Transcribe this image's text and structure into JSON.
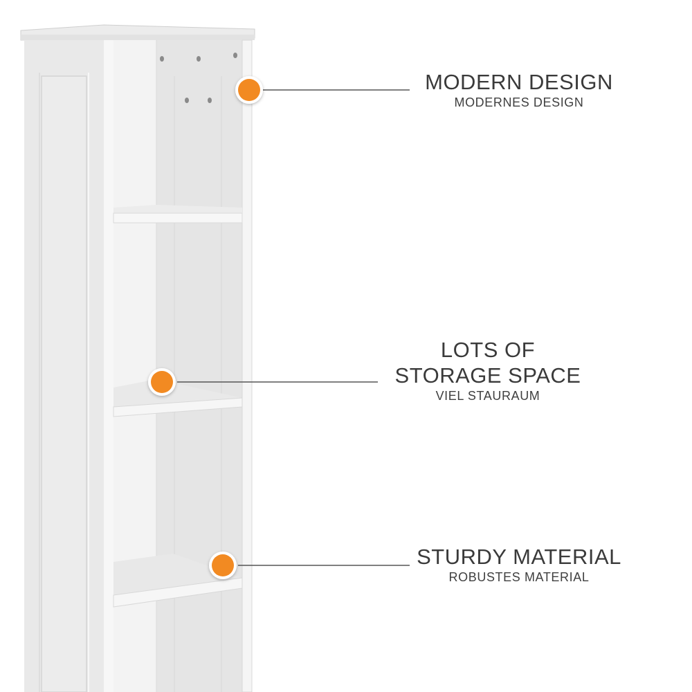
{
  "features": [
    {
      "title": "MODERN DESIGN",
      "subtitle": "MODERNES DESIGN"
    },
    {
      "title_line1": "LOTS OF",
      "title_line2": "STORAGE SPACE",
      "subtitle": "VIEL STAURAUM"
    },
    {
      "title": "STURDY MATERIAL",
      "subtitle": "ROBUSTES MATERIAL"
    }
  ],
  "colors": {
    "marker": "#f28a22",
    "marker_ring": "#ffffff",
    "leader_line": "#555555",
    "text": "#3a3a3a",
    "shelf_light": "#f2f2f2",
    "shelf_mid": "#e6e6e6",
    "shelf_dark": "#d7d7d7"
  }
}
